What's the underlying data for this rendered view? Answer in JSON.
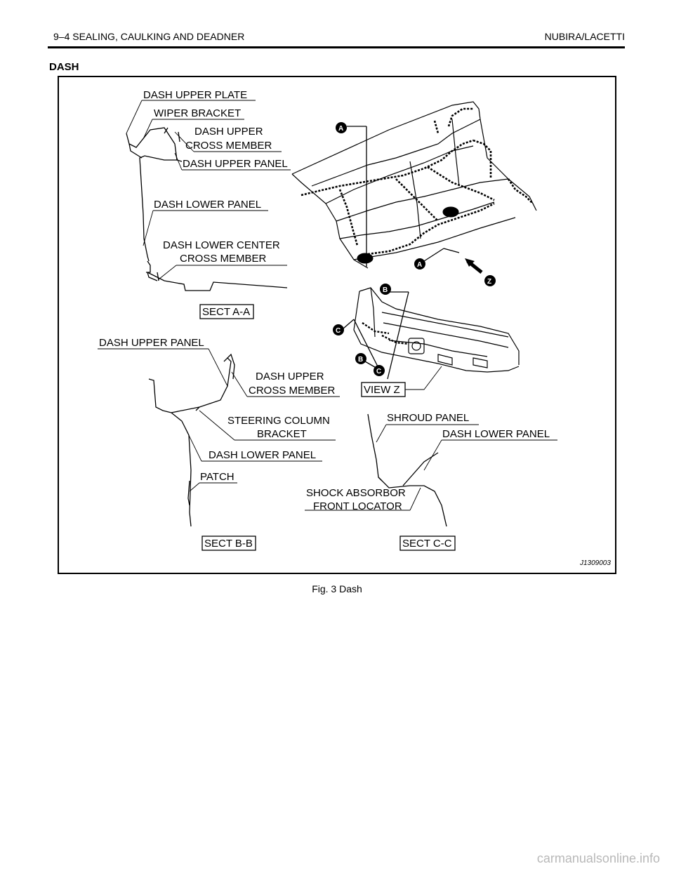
{
  "header": {
    "left": "9–4 SEALING, CAULKING AND DEADNER",
    "right": "NUBIRA/LACETTI"
  },
  "section_title": "DASH",
  "figure": {
    "labels": {
      "dash_upper_plate": "DASH UPPER PLATE",
      "wiper_bracket": "WIPER BRACKET",
      "dash_upper_cross_member_1a": "DASH UPPER",
      "dash_upper_cross_member_1b": "CROSS MEMBER",
      "dash_upper_panel_1": "DASH UPPER PANEL",
      "dash_lower_panel_1": "DASH LOWER PANEL",
      "dash_lower_center_a": "DASH LOWER CENTER",
      "dash_lower_center_b": "CROSS MEMBER",
      "sect_aa": "SECT A-A",
      "dash_upper_panel_2": "DASH UPPER PANEL",
      "dash_upper_cross_member_2a": "DASH UPPER",
      "dash_upper_cross_member_2b": "CROSS MEMBER",
      "steering_column_a": "STEERING COLUMN",
      "steering_column_b": "BRACKET",
      "dash_lower_panel_2": "DASH LOWER PANEL",
      "patch": "PATCH",
      "sect_bb": "SECT B-B",
      "view_z": "VIEW Z",
      "shroud_panel": "SHROUD PANEL",
      "dash_lower_panel_3": "DASH LOWER PANEL",
      "shock_absorber_a": "SHOCK ABSORBOR",
      "shock_absorber_b": "FRONT LOCATOR",
      "sect_cc": "SECT C-C",
      "code": "J1309003"
    },
    "callouts": {
      "a": "A",
      "b": "B",
      "c": "C",
      "z": "Z"
    }
  },
  "caption": "Fig. 3 Dash",
  "watermark": "carmanualsonline.info"
}
